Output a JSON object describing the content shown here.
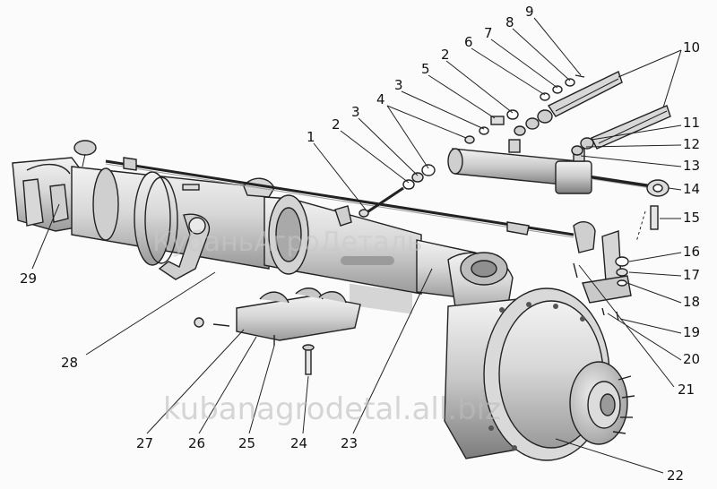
{
  "watermarks": {
    "top": "КубаньАгроДеталь",
    "bottom": "kubanagrodetal.all.biz"
  },
  "callouts": [
    {
      "id": "c1",
      "label": "1"
    },
    {
      "id": "c2a",
      "label": "2"
    },
    {
      "id": "c2b",
      "label": "2"
    },
    {
      "id": "c3a",
      "label": "3"
    },
    {
      "id": "c3b",
      "label": "3"
    },
    {
      "id": "c4",
      "label": "4"
    },
    {
      "id": "c5",
      "label": "5"
    },
    {
      "id": "c6",
      "label": "6"
    },
    {
      "id": "c7",
      "label": "7"
    },
    {
      "id": "c8",
      "label": "8"
    },
    {
      "id": "c9",
      "label": "9"
    },
    {
      "id": "c10",
      "label": "10"
    },
    {
      "id": "c11",
      "label": "11"
    },
    {
      "id": "c12",
      "label": "12"
    },
    {
      "id": "c13",
      "label": "13"
    },
    {
      "id": "c14",
      "label": "14"
    },
    {
      "id": "c15",
      "label": "15"
    },
    {
      "id": "c16",
      "label": "16"
    },
    {
      "id": "c17",
      "label": "17"
    },
    {
      "id": "c18",
      "label": "18"
    },
    {
      "id": "c19",
      "label": "19"
    },
    {
      "id": "c20",
      "label": "20"
    },
    {
      "id": "c21",
      "label": "21"
    },
    {
      "id": "c22",
      "label": "22"
    },
    {
      "id": "c23",
      "label": "23"
    },
    {
      "id": "c24",
      "label": "24"
    },
    {
      "id": "c25",
      "label": "25"
    },
    {
      "id": "c26",
      "label": "26"
    },
    {
      "id": "c27",
      "label": "27"
    },
    {
      "id": "c28",
      "label": "28"
    },
    {
      "id": "c29",
      "label": "29"
    }
  ],
  "colors": {
    "ink": "#222222",
    "body": "#e2e2e2",
    "shade": "#b5b5b5",
    "dark": "#8a8a8a"
  }
}
